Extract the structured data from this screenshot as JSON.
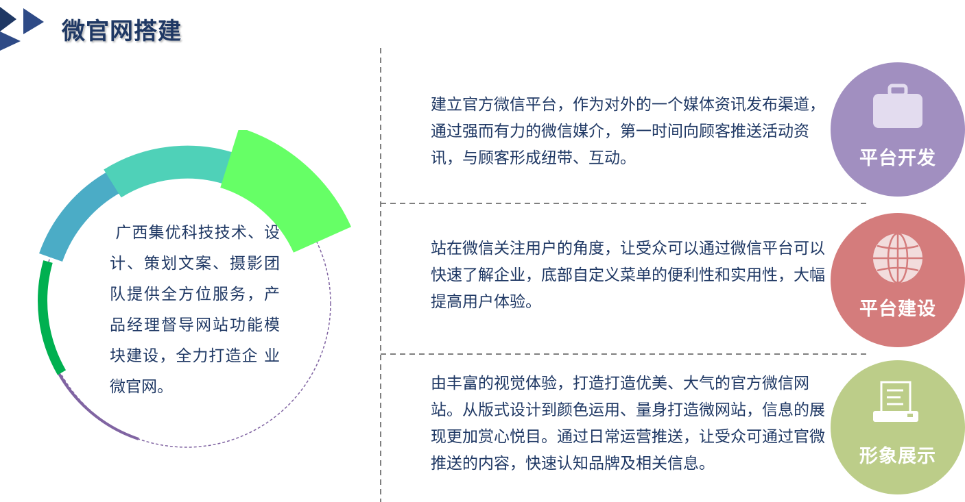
{
  "header": {
    "title": "微官网搭建"
  },
  "intro": {
    "text": " 广西集优科技技术、设计、策划文案、摄影团队提供全方位服务，产品经理督导网站功能模块建设，全力打造企 业微官网。"
  },
  "sections": [
    {
      "label": "平台开发",
      "icon": "briefcase-icon",
      "color": "#a18fc0",
      "text": "建立官方微信平台，作为对外的一个媒体资讯发布渠道，通过强而有力的微信媒介，第一时间向顾客推送活动资讯，与顾客形成纽带、互动。"
    },
    {
      "label": "平台建设",
      "icon": "globe-icon",
      "color": "#d47c7c",
      "text": "站在微信关注用户的角度，让受众可以通过微信平台可以快速了解企业，底部自定义菜单的便利性和实用性，大幅提高用户体验。"
    },
    {
      "label": "形象展示",
      "icon": "printer-icon",
      "color": "#bccd89",
      "text": "由丰富的视觉体验，打造打造优美、大气的官方微信网站。从版式设计到颜色运用、量身打造微网站，信息的展现更加赏心悦目。通过日常运营推送，让受众可通过官微推送的内容，快速认知品牌及相关信息。"
    }
  ],
  "colors": {
    "title": "#1f3864",
    "ring_purple": "#8064a2",
    "ring_green": "#00b050",
    "ring_blue": "#4bacc6",
    "ring_teal": "#4fd1b8",
    "ring_lime": "#66ff66"
  }
}
